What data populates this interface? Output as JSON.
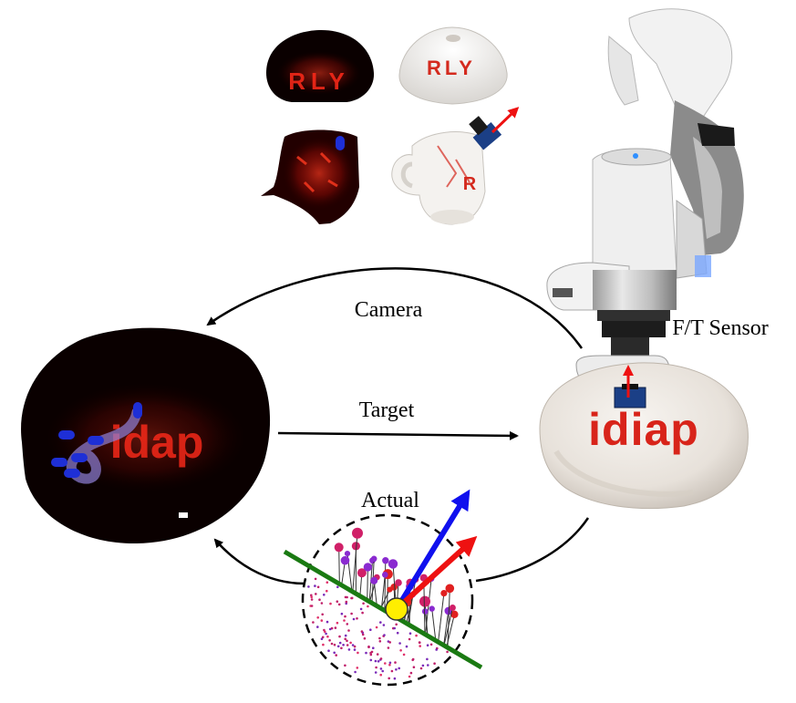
{
  "labels": {
    "camera": "Camera",
    "target": "Target",
    "actual": "Actual",
    "sensor": "F/T Sensor"
  },
  "surface_text": {
    "bowl_letters": "RLY",
    "mug_letters": "R",
    "balloon_logo": "idiap",
    "heatmap_logo": "idap"
  },
  "colors": {
    "arrow": "#000000",
    "tangent_line": "#1a7a12",
    "normal_arrow": "#1010ee",
    "force_arrow": "#ee1111",
    "contact_point": "#ffee00",
    "heat_red": "#ff2a1a",
    "marker_blue": "#1e2fd6",
    "path_purple": "#9080d8",
    "sensor_blue": "#1b3f86"
  },
  "icons": {
    "robot": "robot-arm-icon",
    "camera_flow": "curved-arrow",
    "contact": "contact-point-icon"
  }
}
